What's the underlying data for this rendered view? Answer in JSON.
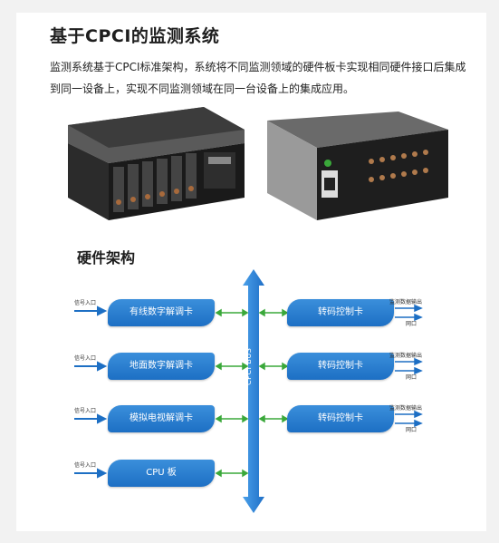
{
  "header": {
    "title": "基于CPCI的监测系统",
    "description": "监测系统基于CPCI标准架构，系统将不同监测领域的硬件板卡实现相同硬件接口后集成到同一设备上，实现不同监测领域在同一台设备上的集成应用。"
  },
  "section": {
    "title": "硬件架构"
  },
  "diagram": {
    "bus_label": "CPCI BUS",
    "left_blocks": [
      {
        "label": "有线数字解调卡",
        "input": "信号入口"
      },
      {
        "label": "地面数字解调卡",
        "input": "信号入口"
      },
      {
        "label": "模拟电视解调卡",
        "input": "信号入口"
      },
      {
        "label": "CPU  板",
        "input": "信号入口"
      }
    ],
    "right_blocks": [
      {
        "label": "转码控制卡",
        "out1": "监测数据输出",
        "out2": "网口"
      },
      {
        "label": "转码控制卡",
        "out1": "监测数据输出",
        "out2": "网口"
      },
      {
        "label": "转码控制卡",
        "out1": "监测数据输出",
        "out2": "网口"
      }
    ]
  },
  "colors": {
    "block": "#1d6fc4",
    "bus": "#2a7fd4",
    "connector": "#3aa83a"
  }
}
